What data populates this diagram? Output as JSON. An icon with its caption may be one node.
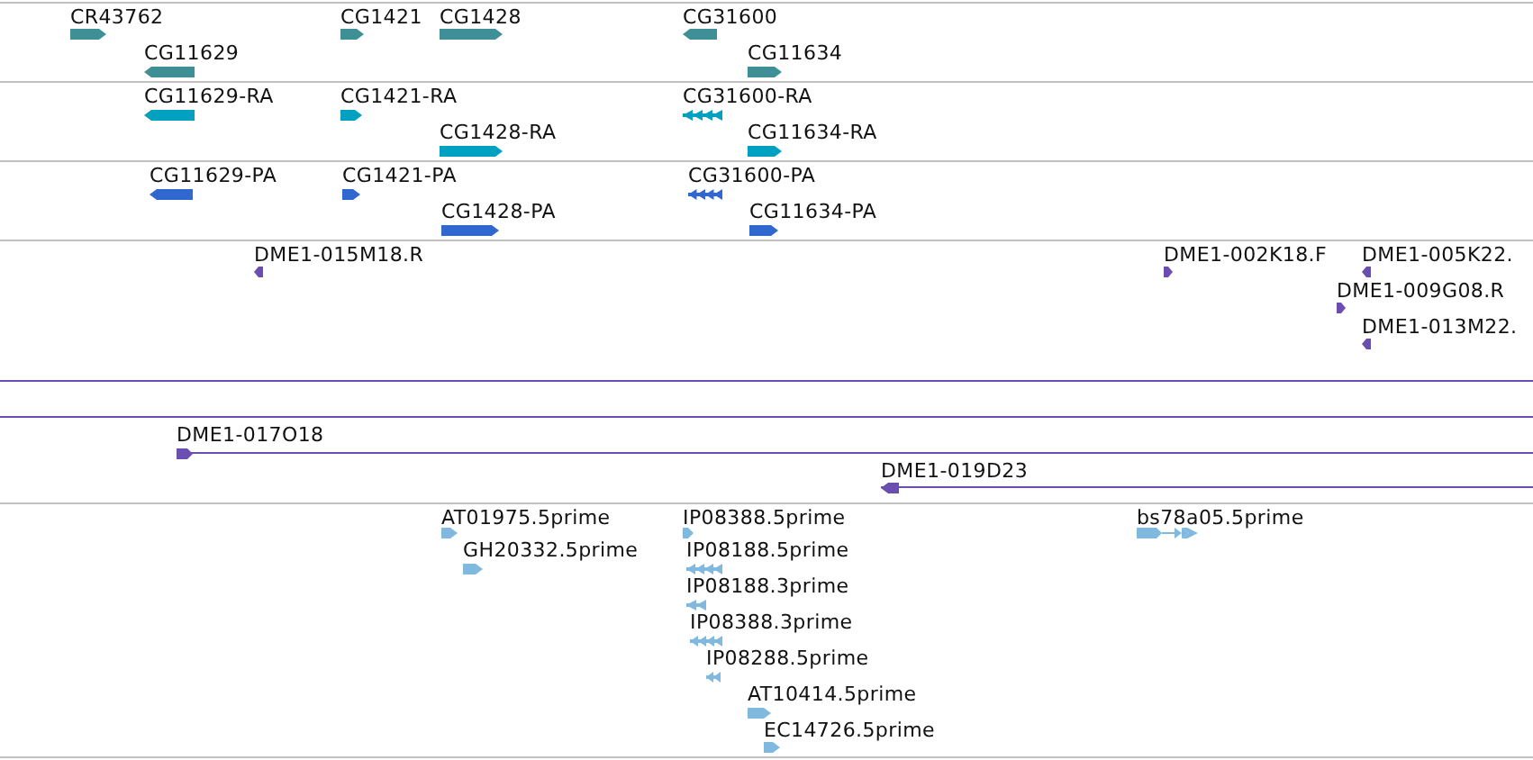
{
  "diagram": {
    "nodes": [
      {
        "text": [
          "CR43762"
        ]
      },
      {
        "text": [
          "CG1421"
        ]
      },
      {
        "text": [
          "CG1428"
        ]
      },
      {
        "text": [
          "CG31600"
        ]
      },
      {
        "text": [
          "CG11629"
        ]
      },
      {
        "text": [
          "CG11634"
        ]
      },
      {
        "text": [
          "CG11629-RA"
        ]
      },
      {
        "text": [
          "CG1421-RA"
        ]
      },
      {
        "text": [
          "CG31600-RA"
        ]
      },
      {
        "text": [
          "CG1428-RA"
        ]
      },
      {
        "text": [
          "CG11634-RA"
        ]
      },
      {
        "text": [
          "CG11629-PA"
        ]
      },
      {
        "text": [
          "CG1421-PA"
        ]
      },
      {
        "text": [
          "CG31600-PA"
        ]
      },
      {
        "text": [
          "CG1428-PA"
        ]
      },
      {
        "text": [
          "CG11634-PA"
        ]
      },
      {
        "text": [
          "DME1-015M18.R"
        ]
      },
      {
        "text": [
          "DME1-002K18.F"
        ]
      },
      {
        "text": [
          "DME1-005K22."
        ]
      },
      {
        "text": [
          "DME1-009G08.R"
        ]
      },
      {
        "text": [
          "DME1-013M22."
        ]
      },
      {
        "text": [],
        "shape": "bar"
      },
      {
        "text": [],
        "shape": "bar"
      },
      {
        "text": [
          "DME1-017O18"
        ]
      },
      {
        "text": [
          "DME1-019D23"
        ]
      },
      {
        "text": [
          "AT01975.5prime"
        ]
      },
      {
        "text": [
          "IP08388.5prime"
        ]
      },
      {
        "text": [
          "bs78a05.5prime"
        ]
      },
      {
        "text": [
          "GH20332.5prime"
        ]
      },
      {
        "text": [
          "IP08188.5prime"
        ]
      },
      {
        "text": [
          "IP08188.3prime"
        ]
      },
      {
        "text": [
          "IP08388.3prime"
        ]
      },
      {
        "text": [
          "IP08288.5prime"
        ]
      },
      {
        "text": [
          "AT10414.5prime"
        ]
      },
      {
        "text": [
          "EC14726.5prime"
        ]
      }
    ]
  }
}
